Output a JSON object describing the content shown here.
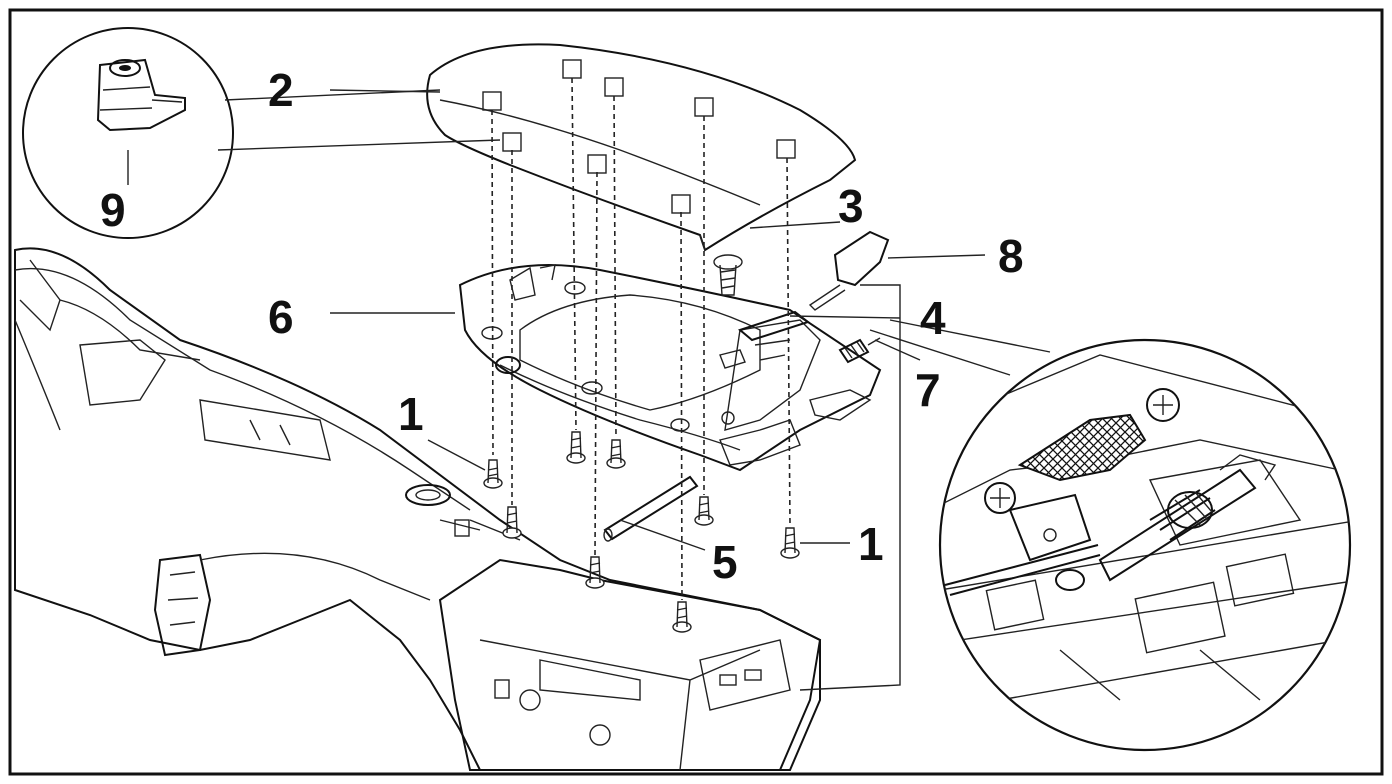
{
  "diagram": {
    "parts": [
      {
        "id": "1",
        "icon": "screw-icon"
      },
      {
        "id": "2",
        "icon": "armrest-lid-icon"
      },
      {
        "id": "3",
        "icon": "screw-icon"
      },
      {
        "id": "4",
        "icon": "latch-plate-icon"
      },
      {
        "id": "5",
        "icon": "hinge-pin-icon"
      },
      {
        "id": "6",
        "icon": "lid-base-icon"
      },
      {
        "id": "7",
        "icon": "spring-icon"
      },
      {
        "id": "8",
        "icon": "release-lever-icon"
      },
      {
        "id": "9",
        "icon": "clip-nut-icon"
      }
    ],
    "labels": {
      "l1a": "1",
      "l1b": "1",
      "l2": "2",
      "l3": "3",
      "l4": "4",
      "l5": "5",
      "l6": "6",
      "l7": "7",
      "l8": "8",
      "l9": "9"
    },
    "colors": {
      "ink": "#111111",
      "paper": "#ffffff",
      "shade": "#d9d9d9"
    }
  }
}
